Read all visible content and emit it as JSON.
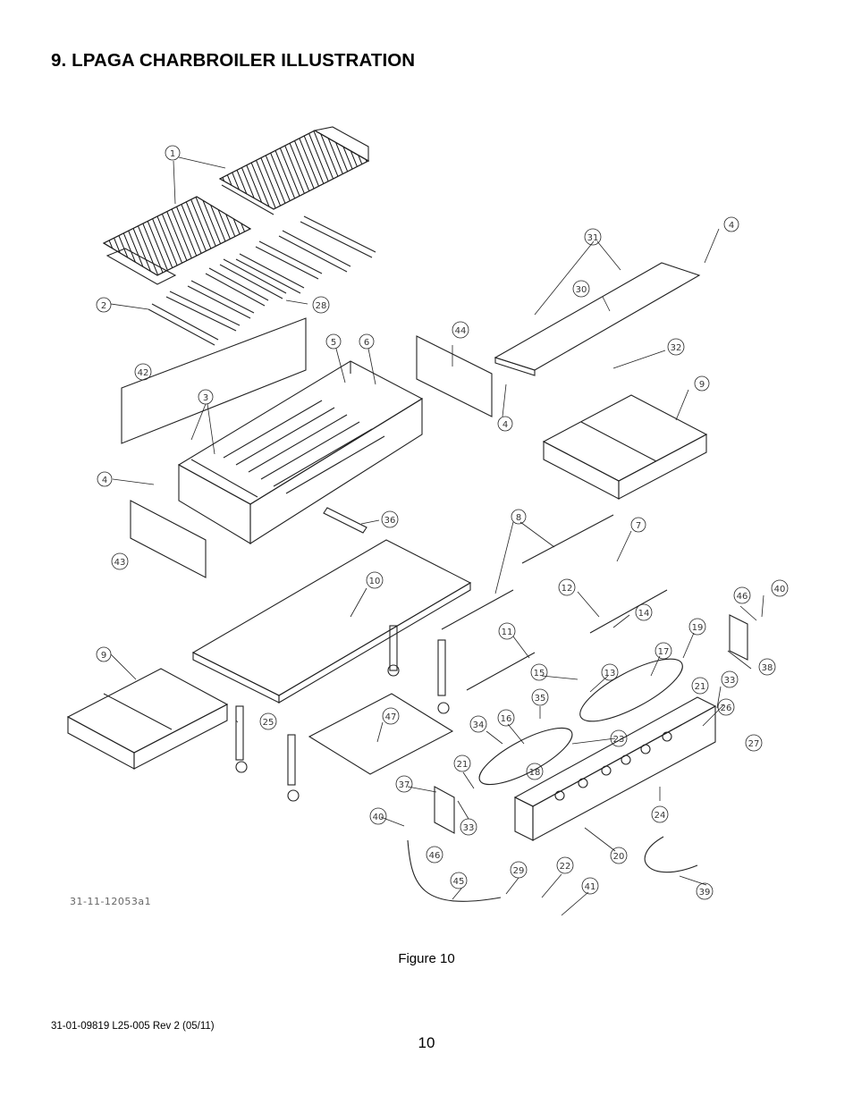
{
  "heading": "9.  LPAGA CHARBROILER ILLUSTRATION",
  "drawing_id": "31-11-12053a1",
  "figure_caption": "Figure 10",
  "doc_number": "31-01-09819   L25-005  Rev 2  (05/11)",
  "page_number": "10",
  "callouts": [
    "1",
    "2",
    "3",
    "4",
    "5",
    "6",
    "7",
    "8",
    "9",
    "10",
    "11",
    "12",
    "13",
    "14",
    "15",
    "16",
    "17",
    "18",
    "19",
    "20",
    "21",
    "22",
    "23",
    "24",
    "25",
    "26",
    "27",
    "28",
    "29",
    "30",
    "31",
    "32",
    "33",
    "34",
    "35",
    "36",
    "37",
    "38",
    "39",
    "40",
    "41",
    "42",
    "43",
    "44",
    "45",
    "46",
    "47"
  ],
  "colors": {
    "ink": "#000000",
    "line": "#222222",
    "paper": "#ffffff"
  }
}
